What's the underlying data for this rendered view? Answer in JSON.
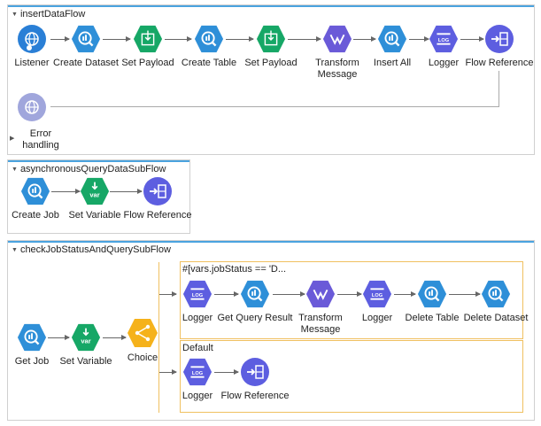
{
  "flows": {
    "insert": {
      "title": "insertDataFlow",
      "nodes": {
        "listener": "Listener",
        "create_dataset": "Create Dataset",
        "set_payload_1": "Set Payload",
        "create_table": "Create Table",
        "set_payload_2": "Set Payload",
        "transform": "Transform Message",
        "insert_all": "Insert All",
        "logger": "Logger",
        "flow_ref": "Flow Reference"
      },
      "error_handling": "Error handling"
    },
    "async": {
      "title": "asynchronousQueryDataSubFlow",
      "nodes": {
        "create_job": "Create Job",
        "set_variable": "Set Variable",
        "flow_ref": "Flow Reference"
      }
    },
    "check": {
      "title": "checkJobStatusAndQuerySubFlow",
      "nodes": {
        "get_job": "Get Job",
        "set_variable": "Set Variable",
        "choice": "Choice"
      },
      "when": {
        "condition": "#[vars.jobStatus == 'D...",
        "nodes": {
          "logger": "Logger",
          "get_query_result": "Get Query Result",
          "transform": "Transform Message",
          "logger2": "Logger",
          "delete_table": "Delete Table",
          "delete_dataset": "Delete Dataset"
        }
      },
      "default": {
        "title": "Default",
        "nodes": {
          "logger": "Logger",
          "flow_ref": "Flow Reference"
        }
      }
    }
  },
  "colors": {
    "connector_blue": "#1f7fd4",
    "bigquery_blue": "#2e8fd8",
    "set_payload_green": "#16a766",
    "transform_purple": "#6a5ad8",
    "logger_purple": "#5d5ee0",
    "flow_ref_purple": "#5d5ee0",
    "choice_orange": "#f5b21b",
    "error_disabled": "#a0a6dc"
  }
}
